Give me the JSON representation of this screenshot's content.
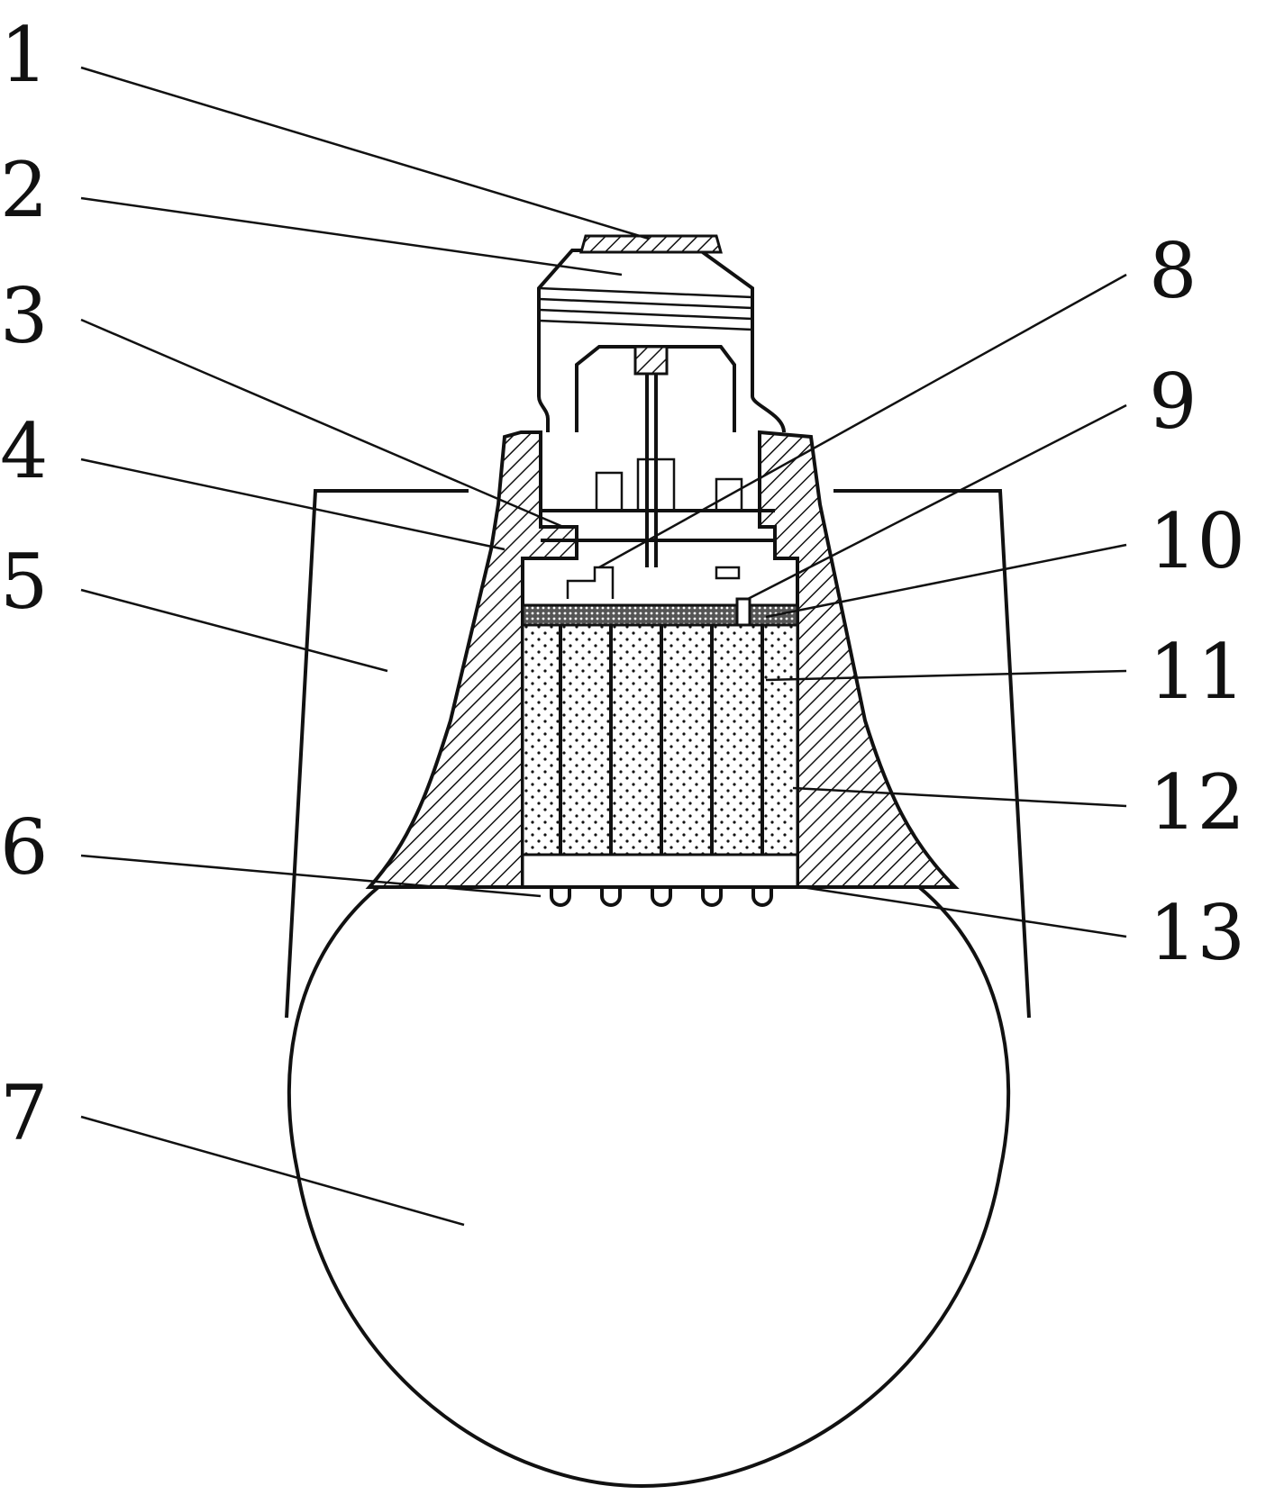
{
  "figure": {
    "callouts": [
      {
        "id": "1",
        "label": "1"
      },
      {
        "id": "2",
        "label": "2"
      },
      {
        "id": "3",
        "label": "3"
      },
      {
        "id": "4",
        "label": "4"
      },
      {
        "id": "5",
        "label": "5"
      },
      {
        "id": "6",
        "label": "6"
      },
      {
        "id": "7",
        "label": "7"
      },
      {
        "id": "8",
        "label": "8"
      },
      {
        "id": "9",
        "label": "9"
      },
      {
        "id": "10",
        "label": "10"
      },
      {
        "id": "11",
        "label": "11"
      },
      {
        "id": "12",
        "label": "12"
      },
      {
        "id": "13",
        "label": "13"
      }
    ],
    "colors": {
      "line": "#111111",
      "background": "#ffffff"
    }
  }
}
